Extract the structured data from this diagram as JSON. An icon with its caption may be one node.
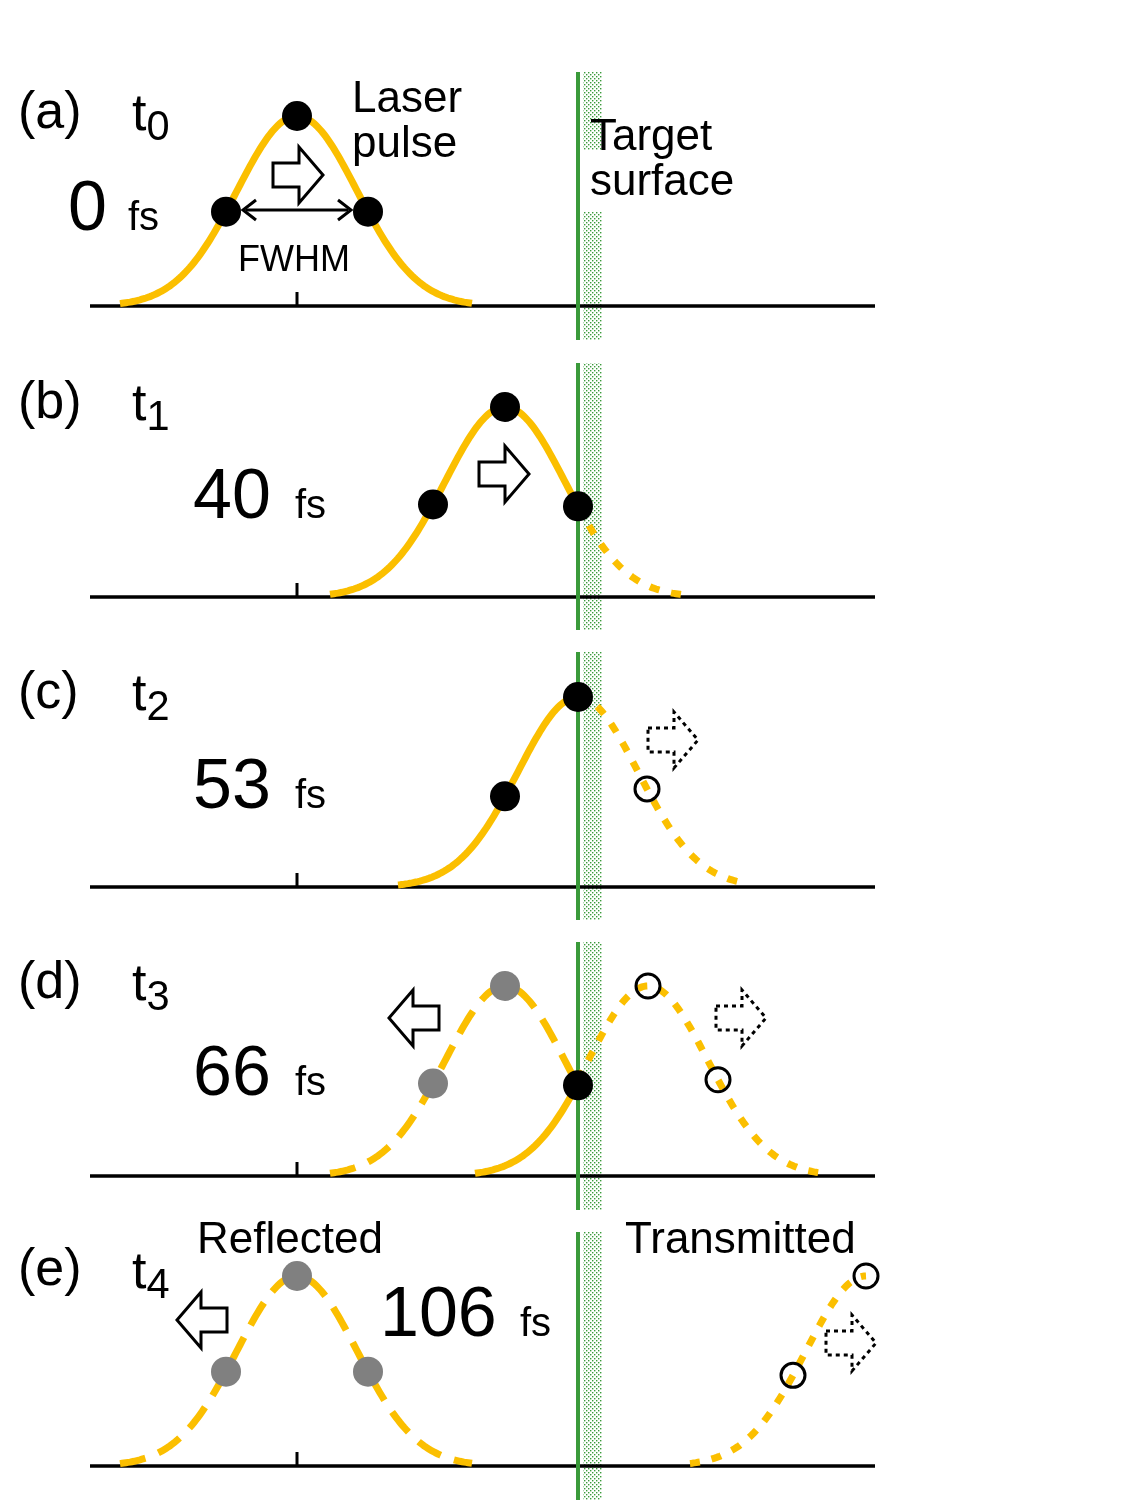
{
  "diagram": {
    "labels": [
      "(a)",
      "t$_{0}$",
      "Laser pulse",
      "0",
      "fs",
      "Target surface",
      "FWHM",
      "(b)",
      "t$_{1}$",
      "40",
      "fs",
      "(c)",
      "t$_{2}$",
      "53",
      "fs",
      "(d)",
      "t$_{3}$",
      "66",
      "fs",
      "(e)",
      "t$_{4}$",
      "Reflected",
      "Transmitted",
      "106",
      "fs"
    ]
  }
}
